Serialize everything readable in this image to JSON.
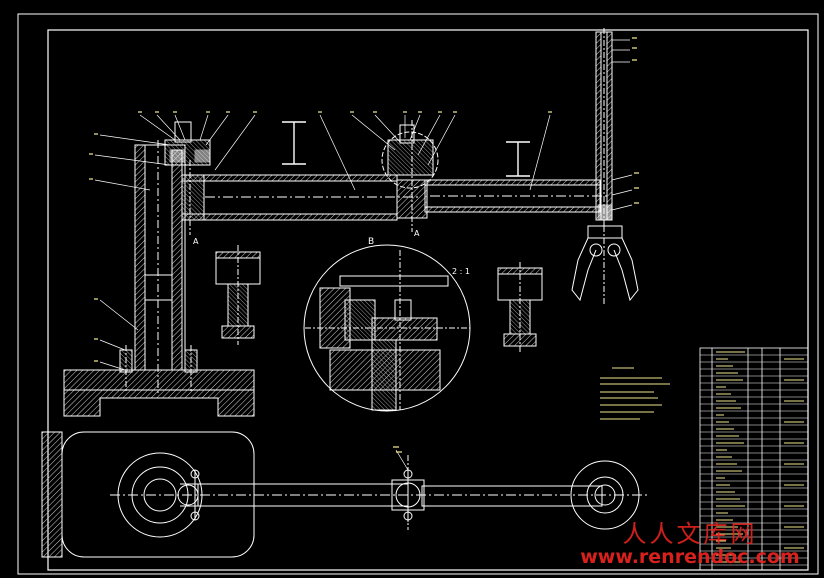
{
  "watermark": {
    "cn_text": "人人文库网",
    "url_text": "www.renrendoc.com",
    "color": "#e4231f"
  },
  "section_labels": {
    "b_marker": "B",
    "a_marker_1": "A",
    "a_marker_2": "A",
    "detail_ratio": "2 : 1"
  },
  "colors": {
    "background": "#000000",
    "line": "#ffffff",
    "yellow_text": "#f0e68c",
    "hatch": "#cfcfcf"
  }
}
